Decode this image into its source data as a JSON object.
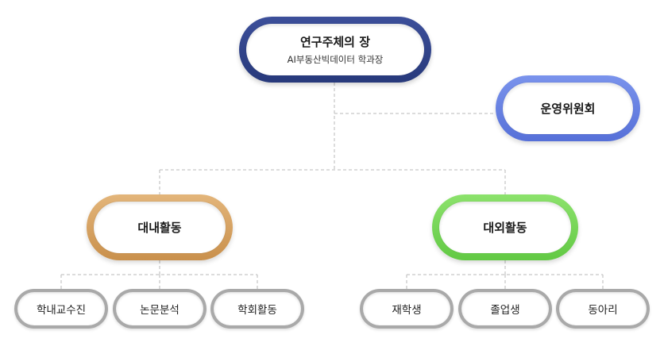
{
  "org_chart": {
    "head": {
      "title": "연구주체의 장",
      "subtitle": "AI부동산빅데이터 학과장",
      "color": "#2f4188"
    },
    "committee": {
      "title": "운영위원회",
      "color": "#6a82e2"
    },
    "internal": {
      "title": "대내활동",
      "color": "#d9a463",
      "children": [
        "학내교수진",
        "논문분석",
        "학회활동"
      ]
    },
    "external": {
      "title": "대외활동",
      "color": "#74d656",
      "children": [
        "재학생",
        "졸업생",
        "동아리"
      ]
    },
    "leaf_color": "#a9a9a9",
    "connector_color": "#c8c8c8"
  }
}
